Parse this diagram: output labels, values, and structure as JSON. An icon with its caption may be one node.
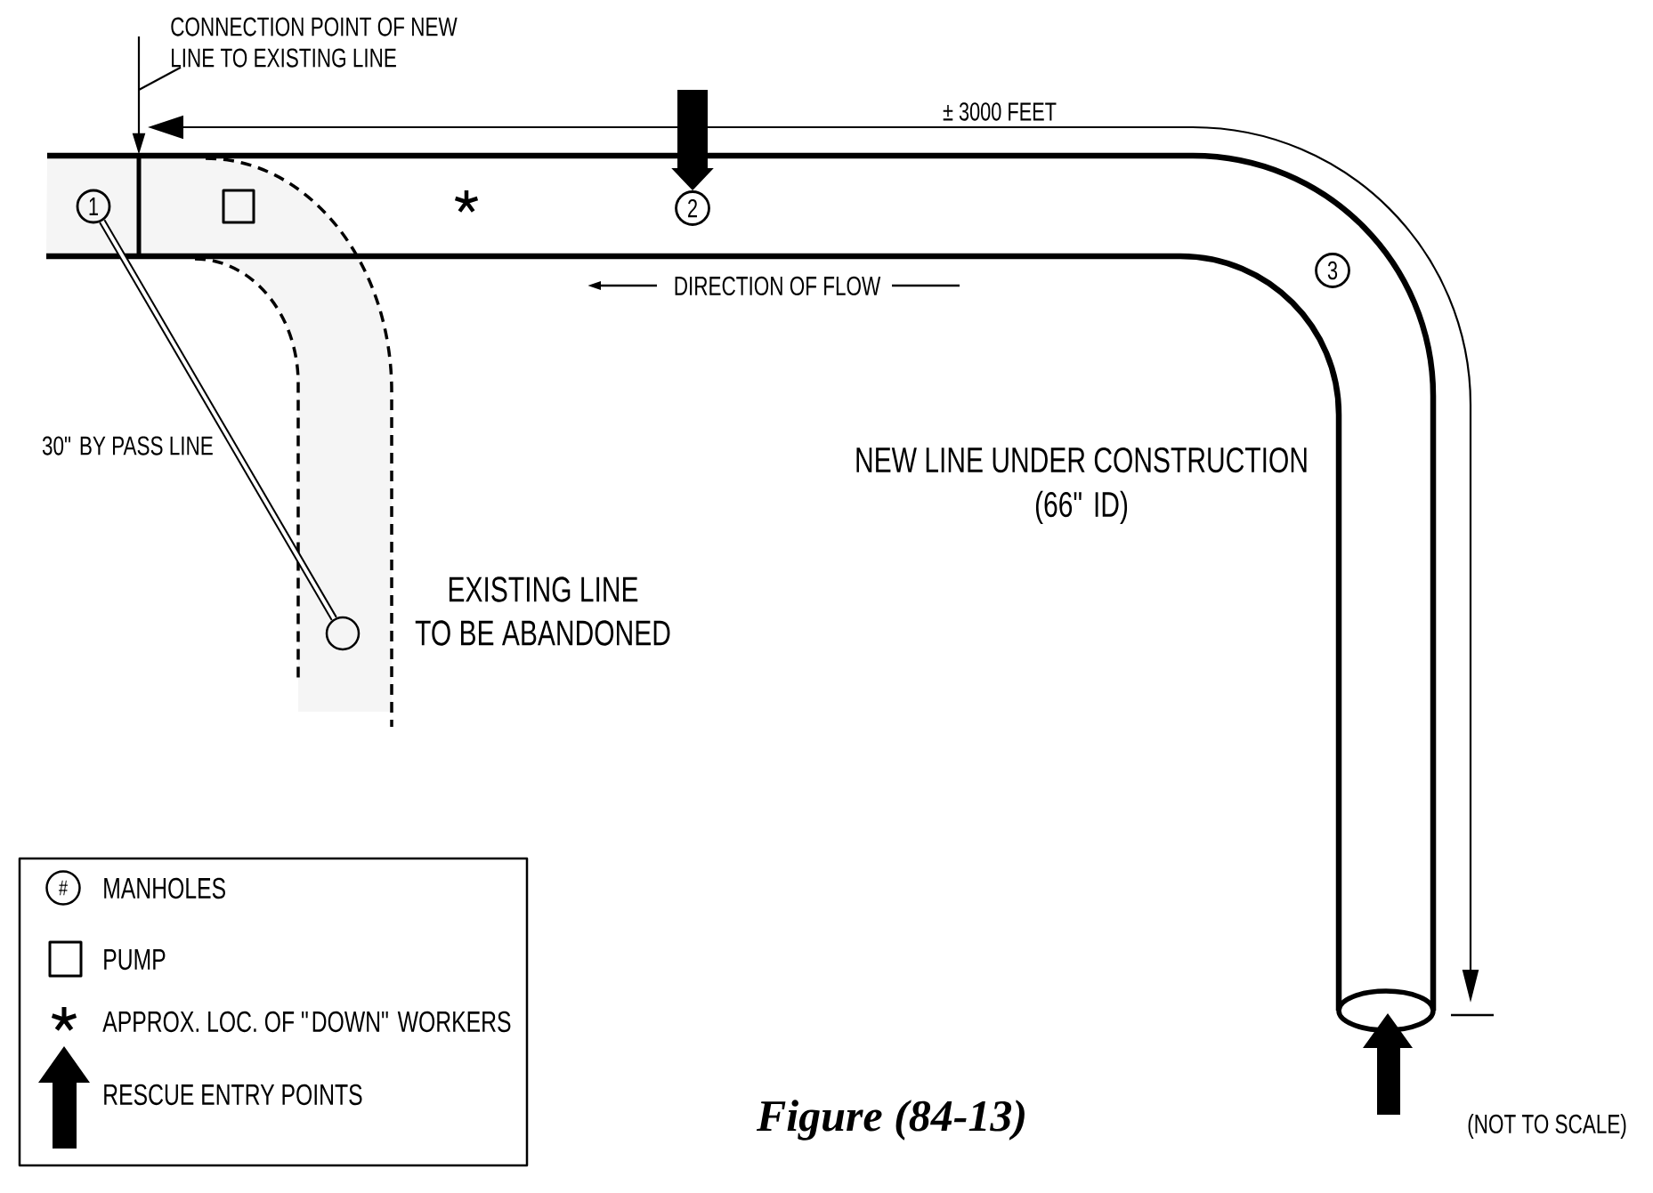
{
  "diagram": {
    "caption": "Figure (84-13)",
    "nodes": [
      {
        "text": [
          "CONNECTION POINT OF NEW LINE TO EXISTING LINE"
        ]
      },
      {
        "text": [
          "1"
        ]
      },
      {
        "text": [],
        "shape": "bar"
      },
      {
        "text": [
          "2"
        ]
      },
      {
        "text": [
          "3"
        ]
      },
      {
        "text": [],
        "shape": "circle"
      }
    ],
    "edges": [
      {
        "from": 0,
        "to": 2,
        "arrow": "to"
      },
      {
        "from": 1,
        "to": 5,
        "arrow": "none",
        "label": "30\" BY PASS LINE"
      },
      {
        "from": null,
        "to": 3,
        "arrow": "to",
        "style": "thick"
      }
    ],
    "labels": [
      "± 3000 FEET",
      "DIRECTION OF FLOW",
      "NEW LINE UNDER CONSTRUCTION (66\" ID)",
      "EXISTING LINE TO BE ABANDONED",
      "#",
      "(NOT TO SCALE)"
    ],
    "legend": [
      {
        "text": "MANHOLES"
      },
      {
        "text": "PUMP"
      },
      {
        "text": "APPROX. LOC. OF \"DOWN\" WORKERS"
      },
      {
        "text": "RESCUE ENTRY POINTS"
      }
    ]
  }
}
